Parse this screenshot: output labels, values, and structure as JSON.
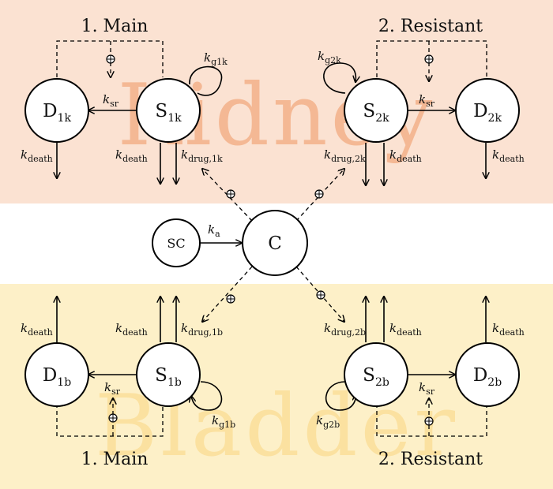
{
  "colors": {
    "kidney_band": "#fbe2d2",
    "bladder_band": "#fdf0c8",
    "kidney_watermark": "#f4b894",
    "bladder_watermark": "#fbe1a0"
  },
  "watermarks": {
    "kidney": "Kidney",
    "bladder": "Bladder"
  },
  "sections": {
    "kidney_main": "1. Main",
    "kidney_resistant": "2. Resistant",
    "bladder_main": "1. Main",
    "bladder_resistant": "2. Resistant"
  },
  "nodes": {
    "d1k": {
      "main": "D",
      "sub": "1k"
    },
    "s1k": {
      "main": "S",
      "sub": "1k"
    },
    "s2k": {
      "main": "S",
      "sub": "2k"
    },
    "d2k": {
      "main": "D",
      "sub": "2k"
    },
    "sc": {
      "main": "SC"
    },
    "c": {
      "main": "C"
    },
    "d1b": {
      "main": "D",
      "sub": "1b"
    },
    "s1b": {
      "main": "S",
      "sub": "1b"
    },
    "s2b": {
      "main": "S",
      "sub": "2b"
    },
    "d2b": {
      "main": "D",
      "sub": "2b"
    }
  },
  "rates": {
    "ksr_1k": {
      "k": "k",
      "sub": "sr"
    },
    "kg1k": {
      "k": "k",
      "sub": "g1k"
    },
    "kdeath_d1k": {
      "k": "k",
      "sub": "death"
    },
    "kdeath_s1k": {
      "k": "k",
      "sub": "death"
    },
    "kdrug_1k": {
      "k": "k",
      "sub": "drug,1k"
    },
    "kg2k": {
      "k": "k",
      "sub": "g2k"
    },
    "ksr_2k": {
      "k": "k",
      "sub": "sr"
    },
    "kdrug_2k": {
      "k": "k",
      "sub": "drug,2k"
    },
    "kdeath_s2k": {
      "k": "k",
      "sub": "death"
    },
    "kdeath_d2k": {
      "k": "k",
      "sub": "death"
    },
    "ka": {
      "k": "k",
      "sub": "a"
    },
    "kdeath_d1b": {
      "k": "k",
      "sub": "death"
    },
    "kdeath_s1b": {
      "k": "k",
      "sub": "death"
    },
    "kdrug_1b": {
      "k": "k",
      "sub": "drug,1b"
    },
    "ksr_1b": {
      "k": "k",
      "sub": "sr"
    },
    "kg1b": {
      "k": "k",
      "sub": "g1b"
    },
    "kdrug_2b": {
      "k": "k",
      "sub": "drug,2b"
    },
    "kdeath_s2b": {
      "k": "k",
      "sub": "death"
    },
    "kg2b": {
      "k": "k",
      "sub": "g2b"
    },
    "ksr_2b": {
      "k": "k",
      "sub": "sr"
    },
    "kdeath_d2b": {
      "k": "k",
      "sub": "death"
    }
  },
  "plus_symbol": "⊕"
}
